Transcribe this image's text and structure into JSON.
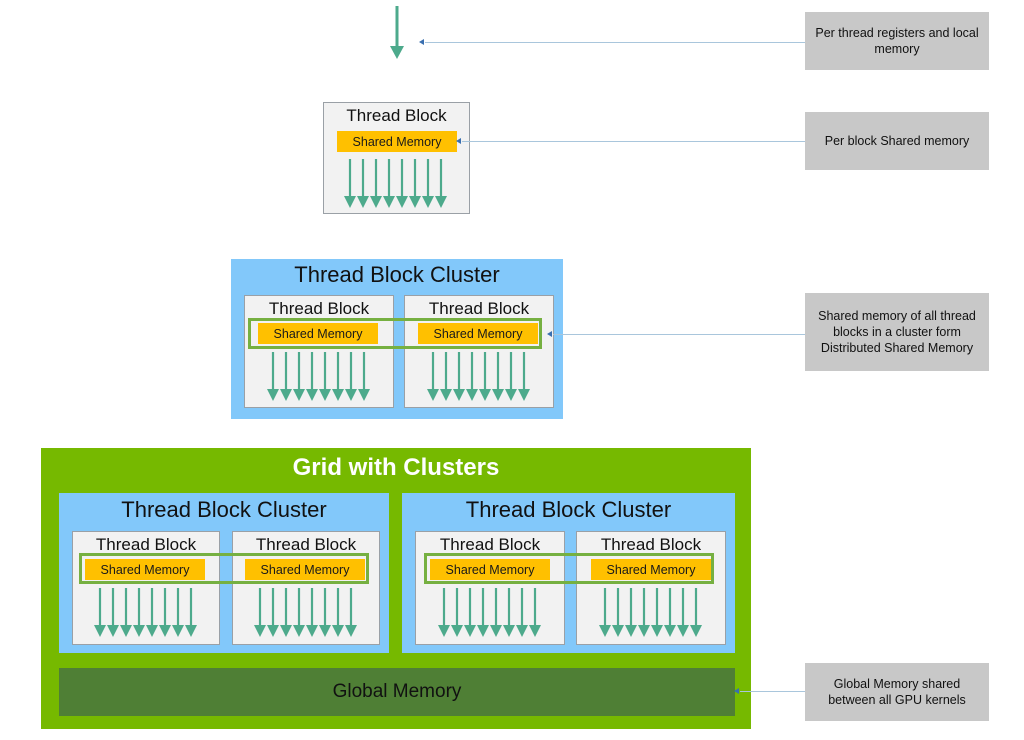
{
  "colors": {
    "thread_arrow": "#4daa8c",
    "shared_memory": "#ffc000",
    "cluster": "#82c8fa",
    "grid": "#76b900",
    "global_memory": "#4f7f35",
    "note_bg": "#c8c8c8"
  },
  "labels": {
    "thread_block": "Thread Block",
    "shared_memory": "Shared Memory",
    "thread_block_cluster": "Thread Block Cluster",
    "grid_with_clusters": "Grid with Clusters",
    "global_memory": "Global Memory"
  },
  "notes": {
    "registers": "Per thread registers and local memory",
    "block_shared": "Per block Shared memory",
    "distributed": "Shared memory of all thread blocks in a cluster form Distributed Shared Memory",
    "global": "Global Memory shared between all GPU kernels"
  }
}
